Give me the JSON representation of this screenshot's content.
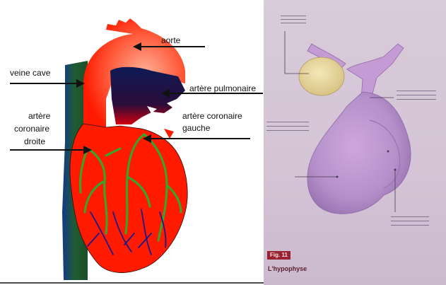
{
  "heart_diagram": {
    "labels": {
      "aorte": "aorte",
      "veine_cave": "veine cave",
      "artere_pulmonaire": "artère pulmonaire",
      "artere_coronaire_gauche_line1": "artère coronaire",
      "artere_coronaire_gauche_line2": "gauche",
      "artere_coronaire_droite_line1": "artère",
      "artere_coronaire_droite_line2": "coronaire",
      "artere_coronaire_droite_line3": "droite"
    },
    "colors": {
      "heart": "#ff1a00",
      "aorta": "#ff5a3a",
      "pulmonary": "#0f1a55",
      "vena_cava": "#1f5c30",
      "coronary": "#2faa2f",
      "veins": "#1a1a8a"
    }
  },
  "pituitary_figure": {
    "fig_badge": "Fig. 11",
    "caption": "L'hypophyse",
    "colors": {
      "gland": "#b58fc9",
      "anterior_lobe": "#e8d9a0"
    }
  }
}
